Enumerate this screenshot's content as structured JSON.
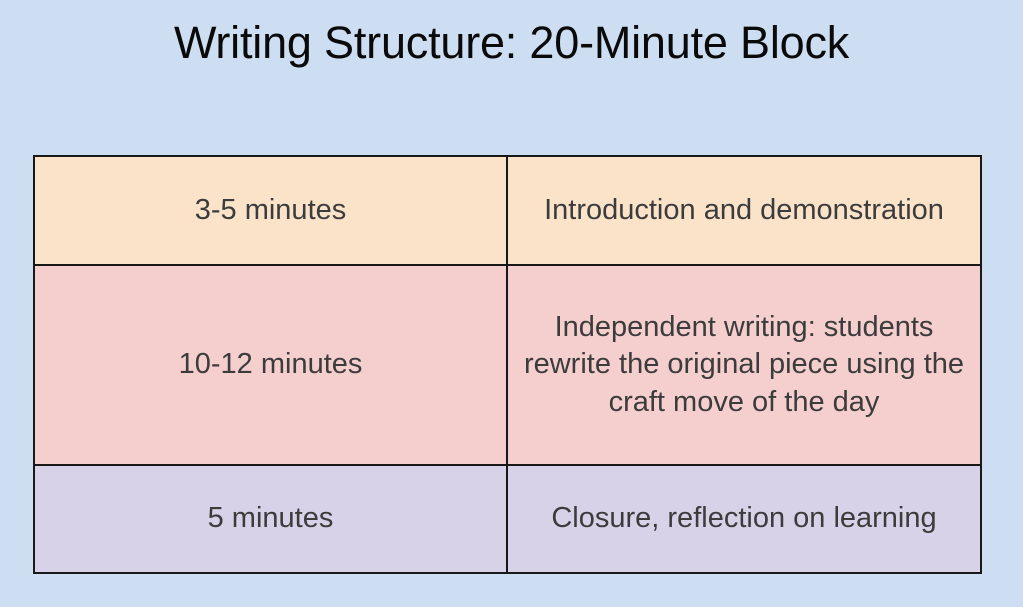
{
  "slide": {
    "title": "Writing Structure: 20-Minute Block",
    "background_color": "#cdddf2",
    "title_color": "#0a0a0a",
    "text_color": "#3c3c3c",
    "border_color": "#181818"
  },
  "table": {
    "rows": [
      {
        "duration": "3-5 minutes",
        "activity": "Introduction and demonstration",
        "background_color": "#fbe3ca"
      },
      {
        "duration": "10-12 minutes",
        "activity": "Independent writing: students rewrite the original piece using the craft move of the day",
        "background_color": "#f5cece"
      },
      {
        "duration": "5 minutes",
        "activity": "Closure, reflection on learning",
        "background_color": "#d7d2e8"
      }
    ]
  }
}
